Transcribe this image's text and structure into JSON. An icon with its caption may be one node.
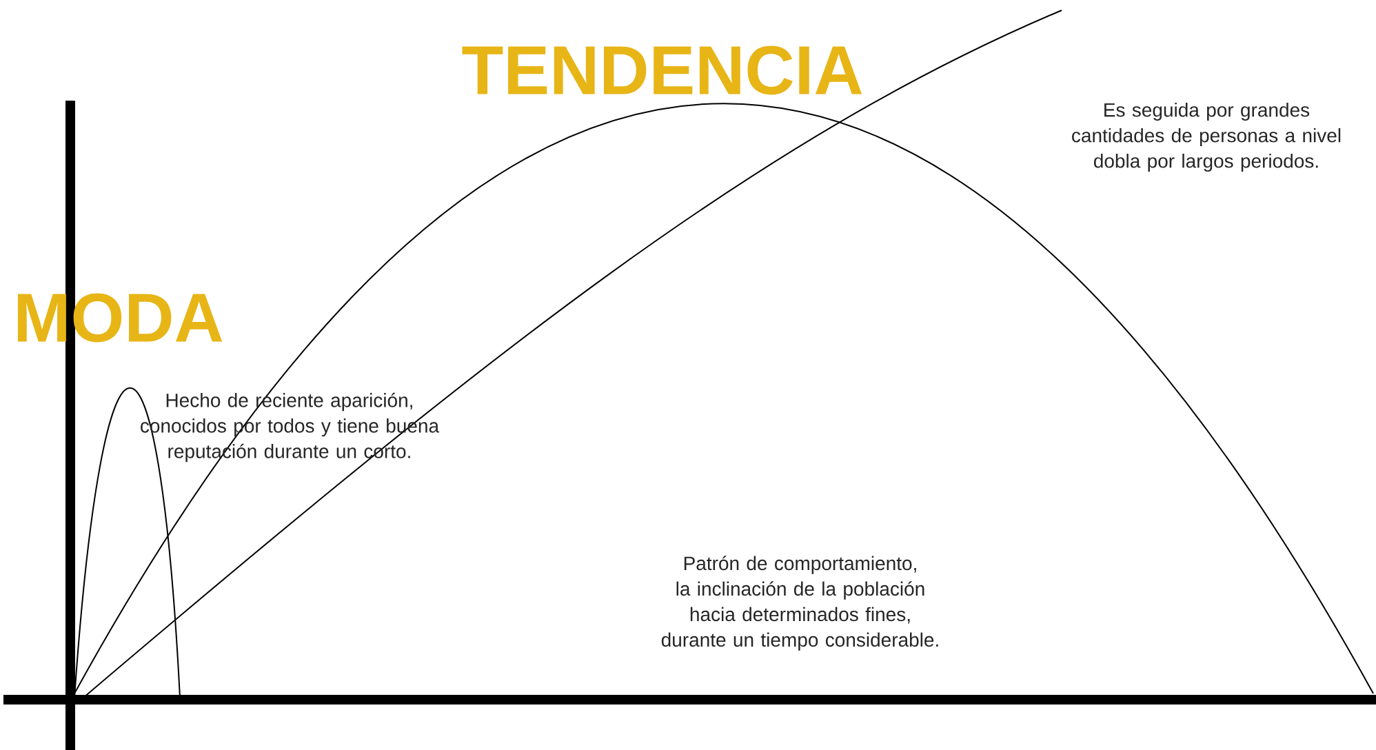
{
  "diagram": {
    "labels": [
      "TENDENCIA",
      "Es seguida por grandes cantidades de personas a nivel dobla por largos periodos.",
      "MODA",
      "Hecho de reciente aparición, conocidos por todos y tiene buena reputación durante un corto.",
      "Patrón de comportamiento, la inclinación de la población hacia determinados fines, durante un tiempo considerable."
    ]
  }
}
